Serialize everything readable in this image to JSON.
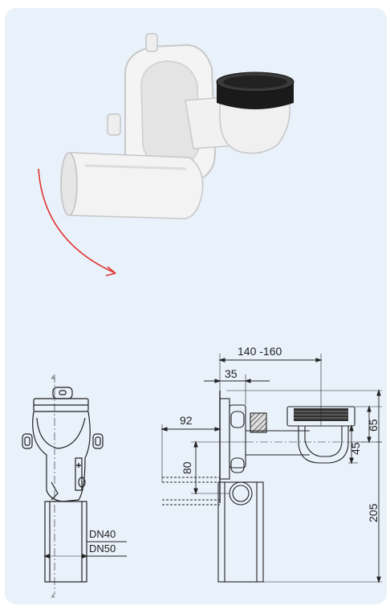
{
  "photo": {
    "subject": "siphon-trap-product-photo",
    "arrow_color": "#e0332f",
    "seal_color": "#1a1a1a",
    "body_color": "#f2f2f2"
  },
  "drawing": {
    "side_view": {
      "section_mark_top": "A",
      "section_mark_bottom": "A",
      "label_dn40": "DN40",
      "label_dn50": "DN50"
    },
    "front_view": {
      "dim_140_160": "140 -160",
      "dim_35": "35",
      "dim_92": "92",
      "dim_80": "80",
      "dim_65": "65",
      "dim_45": "45",
      "dim_205": "205"
    },
    "line_color": "#222222"
  }
}
